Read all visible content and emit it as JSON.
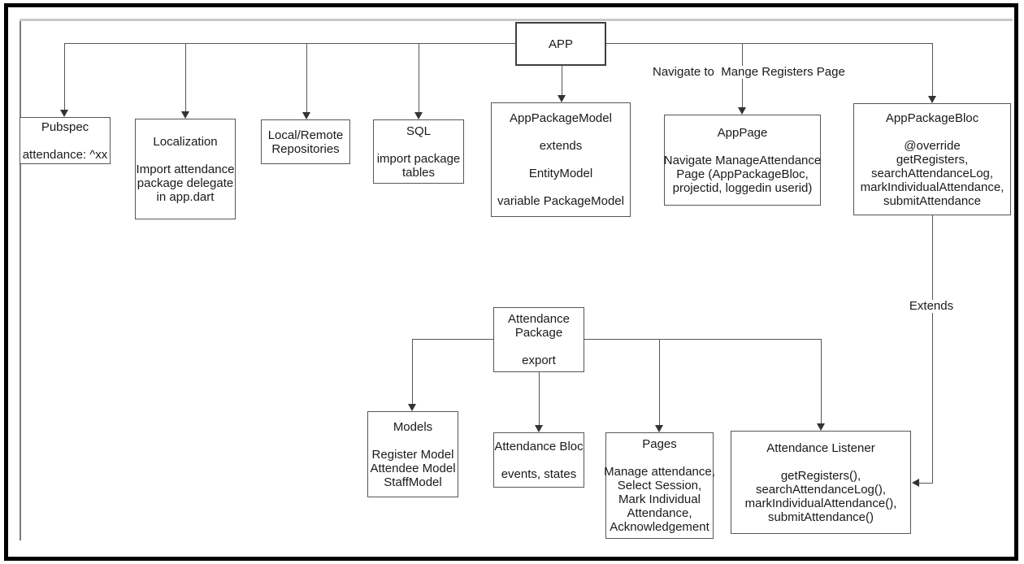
{
  "diagram": {
    "nodes": {
      "app": {
        "lines": [
          "APP"
        ]
      },
      "pubspec": {
        "lines": [
          "Pubspec",
          "",
          "attendance: ^xx"
        ]
      },
      "localization": {
        "lines": [
          "Localization",
          "",
          "Import attendance",
          "package delegate",
          "in app.dart"
        ]
      },
      "local_remote_repositories": {
        "lines": [
          "Local/Remote",
          "Repositories"
        ]
      },
      "sql": {
        "lines": [
          "SQL",
          "",
          "import package",
          "tables"
        ]
      },
      "app_package_model": {
        "lines": [
          "AppPackageModel",
          "",
          "extends",
          "",
          "EntityModel",
          "",
          "variable PackageModel"
        ]
      },
      "app_page": {
        "lines": [
          "AppPage",
          "",
          "Navigate ManageAttendance",
          "Page (AppPackageBloc,",
          "projectid, loggedin userid)"
        ]
      },
      "app_package_bloc": {
        "lines": [
          "AppPackageBloc",
          "",
          "@override",
          "getRegisters,",
          "searchAttendanceLog,",
          "markIndividualAttendance,",
          "submitAttendance"
        ]
      },
      "attendance_package": {
        "lines": [
          "Attendance",
          "Package",
          "",
          "export"
        ]
      },
      "models": {
        "lines": [
          "Models",
          "",
          "Register Model",
          "Attendee Model",
          "StaffModel"
        ]
      },
      "attendance_bloc": {
        "lines": [
          "Attendance Bloc",
          "",
          "events, states"
        ]
      },
      "pages": {
        "lines": [
          "Pages",
          "",
          "Manage attendance,",
          "Select Session,",
          "Mark Individual",
          "Attendance,",
          "Acknowledgement"
        ]
      },
      "attendance_listener": {
        "lines": [
          "Attendance Listener",
          "",
          "getRegisters(),",
          "searchAttendanceLog(),",
          "markIndividualAttendance(),",
          "submitAttendance()"
        ]
      }
    },
    "edge_labels": {
      "navigate_to_manage_registers": "Navigate to  Mange Registers Page",
      "extends": "Extends"
    },
    "colors": {
      "connector_line": "#565656",
      "box_border": "#565656",
      "text": "#1a1a1a",
      "top_rule": "#c9c9c9",
      "left_rule": "#7a7a7a",
      "outer_border": "#000000",
      "background": "#ffffff"
    }
  }
}
